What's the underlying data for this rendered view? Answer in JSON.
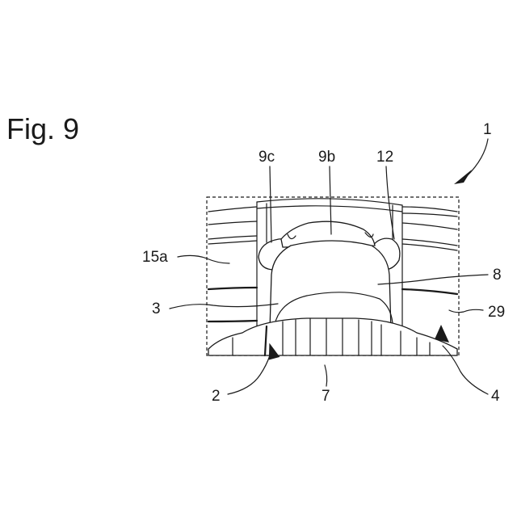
{
  "figure": {
    "title": "Fig. 9"
  },
  "labels": {
    "l1": "1",
    "l9c": "9c",
    "l9b": "9b",
    "l12": "12",
    "l15a": "15a",
    "l8": "8",
    "l3": "3",
    "l29": "29",
    "l2": "2",
    "l7": "7",
    "l4": "4"
  }
}
